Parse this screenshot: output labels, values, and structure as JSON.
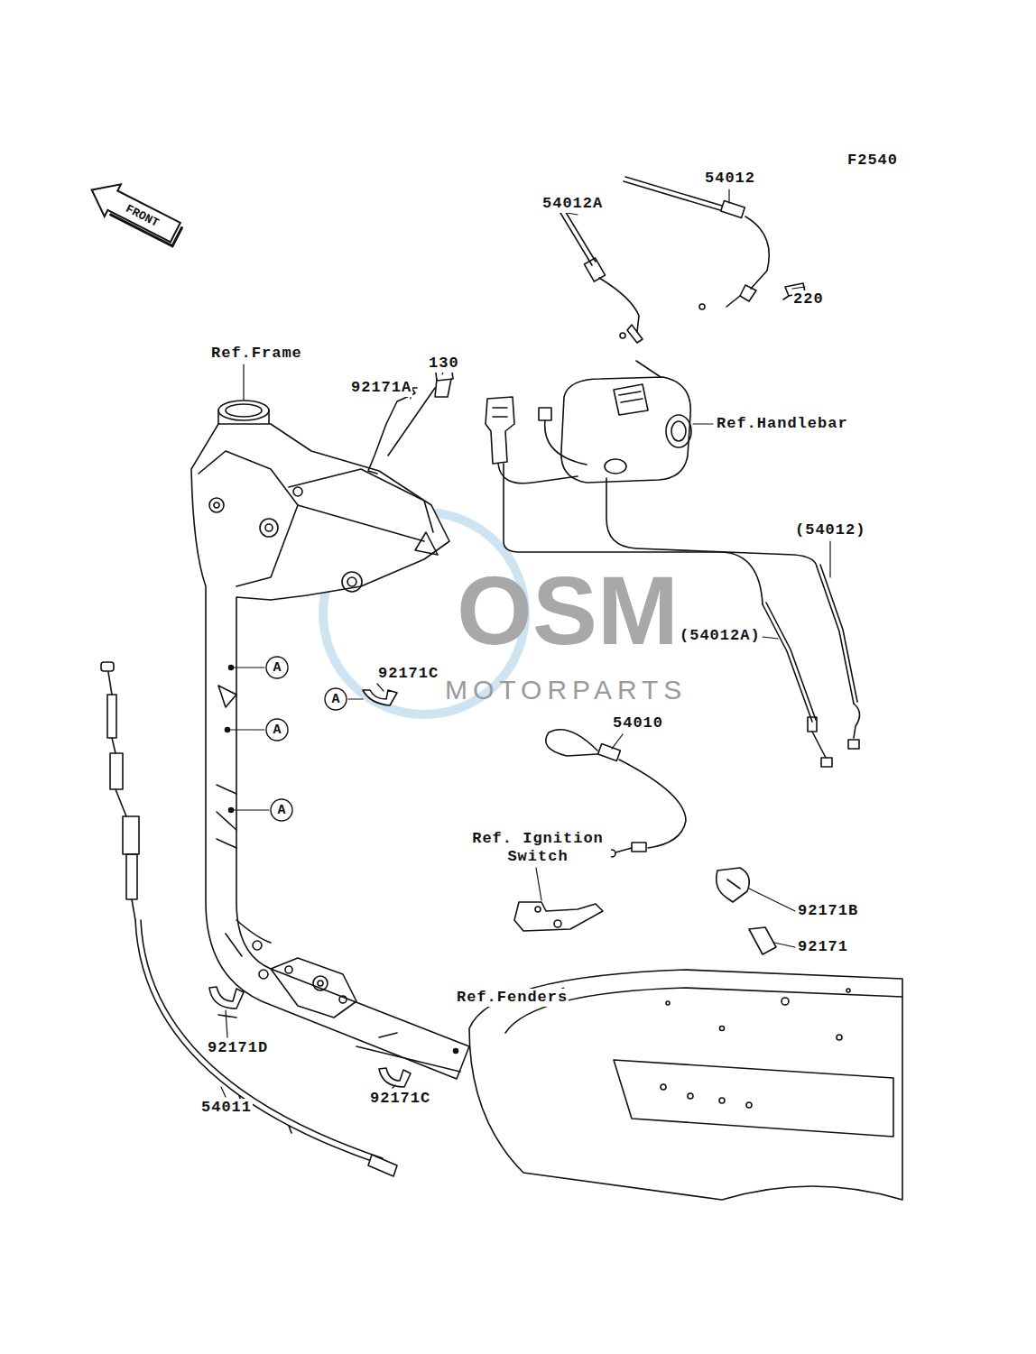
{
  "diagram": {
    "nodes": [
      {
        "text": [
          "FRONT"
        ]
      },
      {
        "text": [
          "A"
        ]
      },
      {
        "text": [
          "A"
        ]
      },
      {
        "text": [
          "A"
        ]
      },
      {
        "text": [
          "A"
        ]
      }
    ],
    "labels": [
      "F2540",
      "54012",
      "54012A",
      "220",
      "Ref.Frame",
      "92171A",
      "130",
      "Ref.Handlebar",
      "(54012)",
      "(54012A)",
      "92171C",
      "54010",
      "Ref. Ignition Switch",
      "92171B",
      "92171",
      "Ref.Fenders",
      "92171D",
      "92171C",
      "54011",
      "MOTORPARTS",
      "OSM"
    ]
  }
}
